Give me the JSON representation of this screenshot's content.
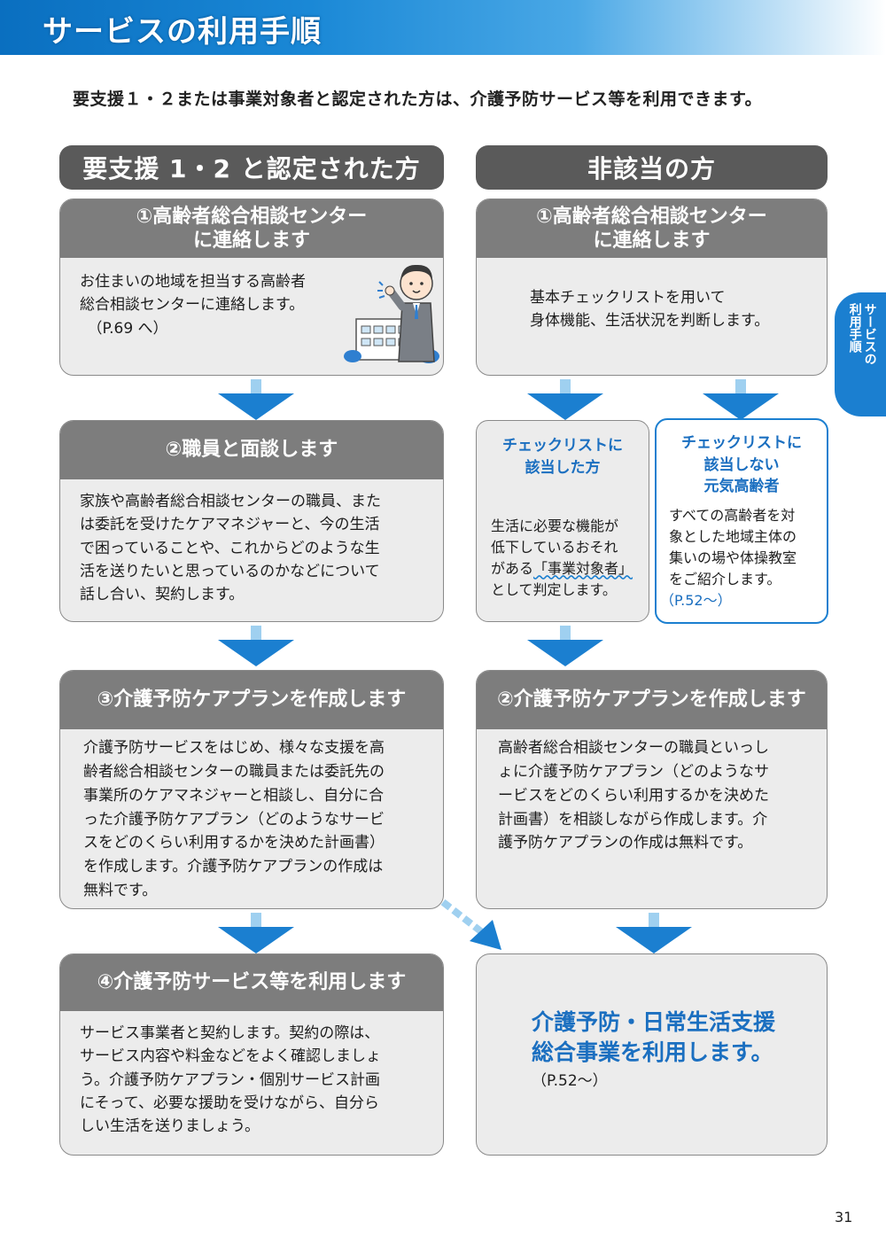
{
  "header": {
    "title": "サービスの利用手順"
  },
  "intro": "要支援１・２または事業対象者と認定された方は、介護予防サービス等を利用できます。",
  "left_column": {
    "heading": "要支援 1・2 と認定された方",
    "steps": [
      {
        "title": "①高齢者総合相談センター\nに連絡します",
        "body": "お住まいの地域を担当する高齢者\n総合相談センターに連絡します。\n　（P.69 へ）"
      },
      {
        "title": "②職員と面談します",
        "body": "家族や高齢者総合相談センターの職員、また\nは委託を受けたケアマネジャーと、今の生活\nで困っていることや、これからどのような生\n活を送りたいと思っているのかなどについて\n話し合い、契約します。"
      },
      {
        "title": "③介護予防ケアプランを作成します",
        "body": "介護予防サービスをはじめ、様々な支援を高\n齢者総合相談センターの職員または委託先の\n事業所のケアマネジャーと相談し、自分に合\nった介護予防ケアプラン（どのようなサービ\nスをどのくらい利用するかを決めた計画書）\nを作成します。介護予防ケアプランの作成は\n無料です。"
      },
      {
        "title": "④介護予防サービス等を利用します",
        "body": "サービス事業者と契約します。契約の際は、\nサービス内容や料金などをよく確認しましょ\nう。介護予防ケアプラン・個別サービス計画\nにそって、必要な援助を受けながら、自分ら\nしい生活を送りましょう。"
      }
    ]
  },
  "right_column": {
    "heading": "非該当の方",
    "step1": {
      "title": "①高齢者総合相談センター\nに連絡します",
      "body": "基本チェックリストを用いて\n身体機能、生活状況を判断します。"
    },
    "check_yes": {
      "title": "チェックリストに\n該当した方",
      "body_before": "生活に必要な機能が\n低下しているおそれ\nがある",
      "body_highlight": "「事業対象者」",
      "body_after": "\nとして判定します。"
    },
    "check_no": {
      "title": "チェックリストに\n該当しない\n元気高齢者",
      "body": "すべての高齢者を対\n象とした地域主体の\n集いの場や体操教室\nをご紹介します。",
      "page_ref": "（P.52〜）"
    },
    "step2": {
      "title": "②介護予防ケアプランを作成します",
      "body": "高齢者総合相談センターの職員といっし\nょに介護予防ケアプラン（どのようなサ\nービスをどのくらい利用するかを決めた\n計画書）を相談しながら作成します。介\n護予防ケアプランの作成は無料です。"
    },
    "final": {
      "title": "介護予防・日常生活支援\n総合事業を利用します。",
      "page_ref": "（P.52〜）"
    }
  },
  "side_tab": "サービスの\n利用手順",
  "page_number": "31",
  "colors": {
    "accent_blue": "#1b7fd0",
    "header_gray": "#5a5a5a",
    "card_gray": "#ececec"
  },
  "icons": [
    "staff-person-illustration",
    "building-illustration",
    "down-arrow"
  ]
}
